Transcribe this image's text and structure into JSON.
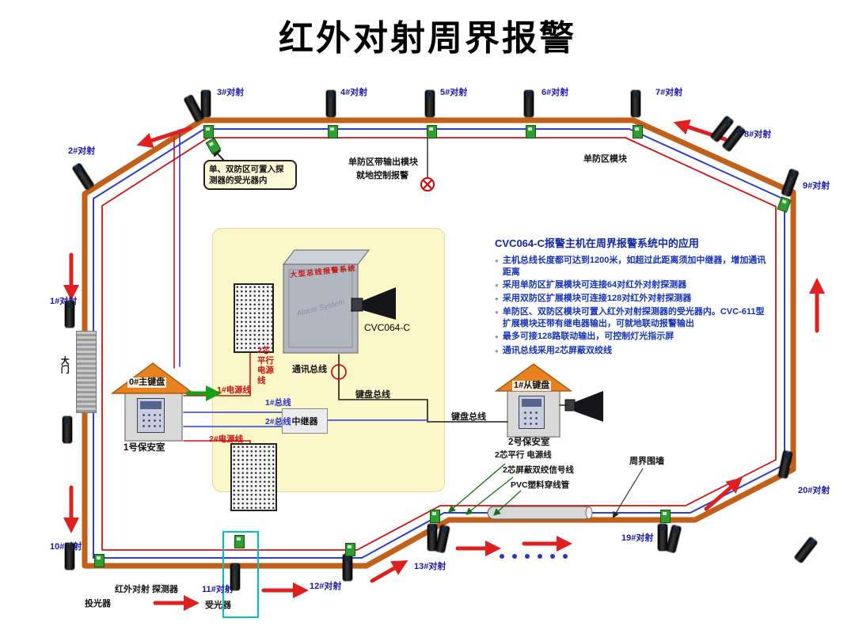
{
  "title": "红外对射周界报警",
  "detectors": {
    "d1": "1#对射",
    "d2": "2#对射",
    "d3": "3#对射",
    "d4": "4#对射",
    "d5": "5#对射",
    "d6": "6#对射",
    "d7": "7#对射",
    "d8": "8#对射",
    "d9": "9#对射",
    "d10": "10#对射",
    "d11": "11#对射",
    "d12": "12#对射",
    "d13": "13#对射",
    "d19": "19#对射",
    "d20": "20#对射"
  },
  "callout": {
    "text": "单、双防区可置入探测器的受光器内"
  },
  "top_module": {
    "line1": "单防区带输出模块",
    "line2": "就地控制报警"
  },
  "labels": {
    "single_zone_module": "单防区模块",
    "gate": "大门",
    "perimeter_wall": "周界围墙",
    "detector": "红外对射 探测器",
    "transmitter": "投光器",
    "receiver": "受光器",
    "power_line_2core": "2芯平行 电源线",
    "signal_line": "2芯屏蔽双绞信号线",
    "pvc_tube": "PVC塑料穿线管"
  },
  "center": {
    "panel_title": "大型总线报警系统",
    "watermark": "Alarm System",
    "model": "CVC064-C",
    "comm_bus": "通讯总线",
    "power_2core_v": "2芯平行电源线",
    "power1": "1#电源线",
    "bus1": "1#总线",
    "bus2": "2#总线",
    "power2": "2#电源线",
    "repeater": "中继器",
    "keypad_bus": "键盘总线"
  },
  "left_house": {
    "keypad": "0#主键盘",
    "room": "1号保安室"
  },
  "right_house": {
    "keypad": "1#从键盘",
    "room": "2号保安室"
  },
  "info": {
    "marker": "●",
    "title": "CVC064-C报警主机在周界报警系统中的应用",
    "bullets": [
      "主机总线长度都可达到1200米，如超过此距离须加中继器，增加通讯距离",
      "采用单防区扩展模块可连接64对红外对射探测器",
      "采用双防区扩展模块可连接128对红外对射探测器",
      "单防区、双防区模块可置入红外对射探测器的受光器内。CVC-611型扩展模块还带有继电器输出，可就地联动报警输出",
      "最多可接128路联动输出，可控制灯光指示屏",
      "通讯总线采用2芯屏蔽双绞线"
    ]
  },
  "colors": {
    "wall_orange": "#c2601a",
    "bus_blue": "#2b3fd0",
    "power_red": "#d01414",
    "arrow_red": "#e02020",
    "arrow_green": "#18a018"
  }
}
